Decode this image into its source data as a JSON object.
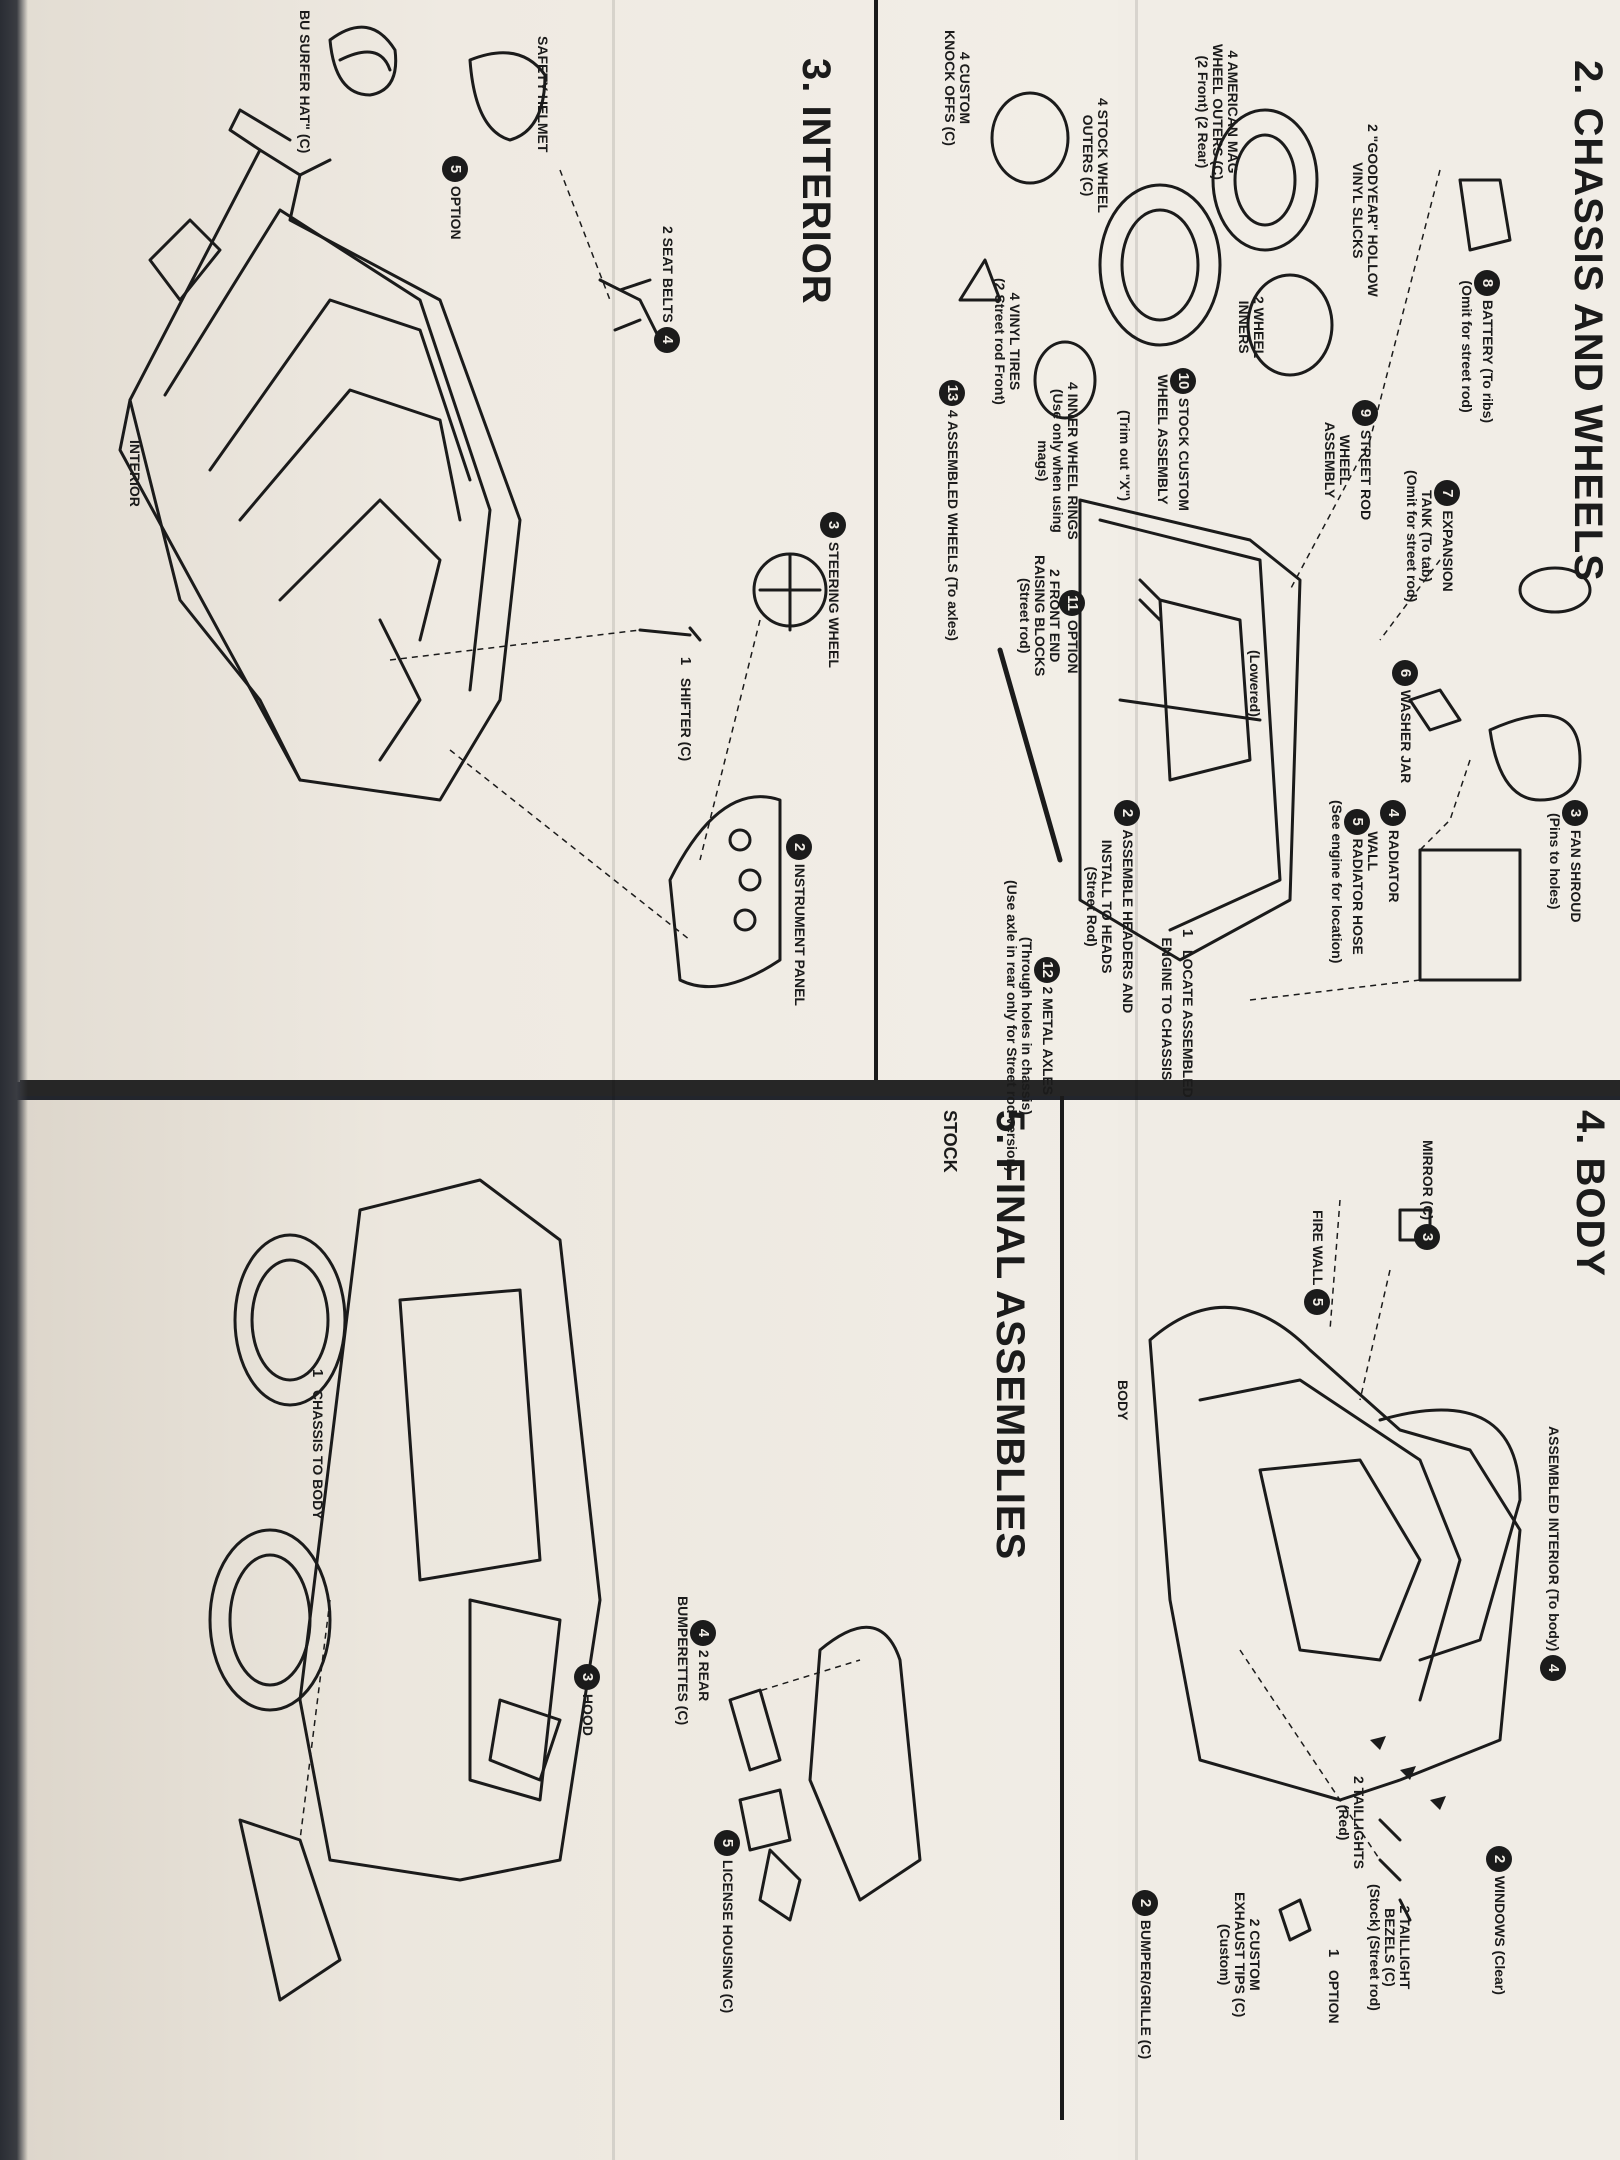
{
  "sections": {
    "chassis": {
      "heading": "2. CHASSIS AND WHEELS",
      "callouts": [
        {
          "num": "8",
          "text": "BATTERY (To ribs)\n(Omit for street rod)"
        },
        {
          "num": "7",
          "text": "EXPANSION\nTANK (To tab)\n(Omit for street rod)"
        },
        {
          "num": "3",
          "text": "FAN SHROUD\n(Pins to holes)"
        },
        {
          "num": "6",
          "text": "WASHER JAR"
        },
        {
          "num": "4",
          "text": "RADIATOR\nWALL"
        },
        {
          "num": "5",
          "text": "RADIATOR HOSE\n(See engine for location)"
        },
        {
          "num": "1",
          "text": "LOCATE ASSEMBLED\nENGINE TO CHASSIS"
        },
        {
          "num": "2",
          "text": "ASSEMBLE HEADERS AND\nINSTALL TO HEADS\n(Street Rod)"
        },
        {
          "num": "12",
          "text": "2 METAL AXLES\n(Through holes in chassis)\n(Use axle in rear only for Street rod version)"
        },
        {
          "num": "11",
          "text": "OPTION"
        },
        {
          "num": "",
          "text": "2 FRONT END\nRAISING BLOCKS\n(Street rod)"
        },
        {
          "num": "9",
          "text": "STREET ROD\nWHEEL\nASSEMBLY"
        },
        {
          "num": "10",
          "text": "STOCK CUSTOM\nWHEEL ASSEMBLY"
        },
        {
          "num": "",
          "text": "(Trim out \"X\")"
        },
        {
          "num": "13",
          "text": "4 ASSEMBLED WHEELS (To axles)"
        },
        {
          "num": "",
          "text": "4 INNER WHEEL RINGS\n(Use only when using\nmags)"
        },
        {
          "num": "",
          "text": "2 WHEEL\nINNERS"
        },
        {
          "num": "",
          "text": "2 \"GOODYEAR\" HOLLOW\nVINYL SLICKS"
        },
        {
          "num": "",
          "text": "4 VINYL TIRES\n(2 Street rod Front)"
        },
        {
          "num": "",
          "text": "4 STOCK WHEEL\nOUTERS (C)"
        },
        {
          "num": "",
          "text": "4 AMERICAN MAG\nWHEEL OUTERS (C)\n(2 Front) (2 Rear)"
        },
        {
          "num": "",
          "text": "4 CUSTOM\nKNOCK OFFS (C)"
        },
        {
          "num": "",
          "text": "(Lowered)"
        }
      ]
    },
    "interior": {
      "heading": "3. INTERIOR",
      "callouts": [
        {
          "num": "3",
          "text": "STEERING WHEEL"
        },
        {
          "num": "4",
          "text": "2 SEAT BELTS"
        },
        {
          "num": "1",
          "text": "SHIFTER (C)"
        },
        {
          "num": "2",
          "text": "INSTRUMENT PANEL"
        },
        {
          "num": "5",
          "text": "OPTION"
        },
        {
          "num": "",
          "text": "SAFETY HELMET"
        },
        {
          "num": "",
          "text": "BU SURFER HAT\" (C)"
        },
        {
          "num": "",
          "text": "INTERIOR"
        }
      ]
    },
    "body": {
      "heading": "4. BODY",
      "callouts": [
        {
          "num": "4",
          "text": "ASSEMBLED INTERIOR (To body)"
        },
        {
          "num": "3",
          "text": "MIRROR (C)"
        },
        {
          "num": "5",
          "text": "FIRE WALL"
        },
        {
          "num": "",
          "text": "BODY"
        },
        {
          "num": "2",
          "text": "WINDOWS (Clear)"
        },
        {
          "num": "",
          "text": "2 TAILLIGHTS\n(Red)"
        },
        {
          "num": "",
          "text": "2 TAILLIGHT\nBEZELS (C)\n(Stock) (Street rod)"
        },
        {
          "num": "",
          "text": "2 CUSTOM\nEXHAUST TIPS (C)\n(Custom)"
        },
        {
          "num": "1",
          "text": "OPTION"
        }
      ]
    },
    "final": {
      "heading": "5. FINAL ASSEMBLIES",
      "subheading": "STOCK",
      "callouts": [
        {
          "num": "1",
          "text": "CHASSIS TO BODY"
        },
        {
          "num": "3",
          "text": "HOOD"
        },
        {
          "num": "2",
          "text": "BUMPER/GRILLE (C)"
        },
        {
          "num": "4",
          "text": "2 REAR\nBUMPERETTES (C)"
        },
        {
          "num": "5",
          "text": "LICENSE HOUSING (C)"
        }
      ]
    }
  }
}
